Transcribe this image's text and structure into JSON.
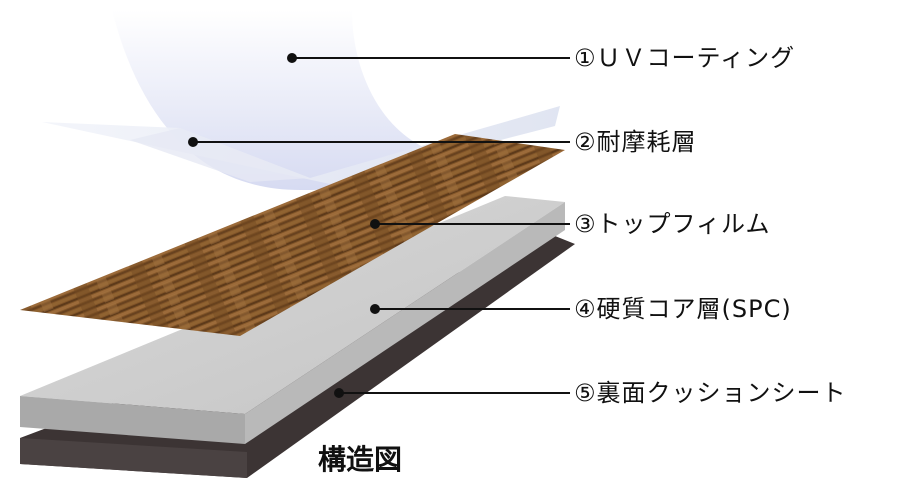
{
  "diagram": {
    "caption": "構造図",
    "layers": [
      {
        "id": "uv",
        "label": "①ＵＶコーティング"
      },
      {
        "id": "wear",
        "label": "②耐摩耗層"
      },
      {
        "id": "film",
        "label": "③トップフィルム"
      },
      {
        "id": "core",
        "label": "④硬質コア層(SPC)"
      },
      {
        "id": "cushion",
        "label": "⑤裏面クッションシート"
      }
    ]
  },
  "colors": {
    "uv_coating": "#dfe3f5",
    "wear_layer": "#e9edf6",
    "wood_light": "#9a6a35",
    "wood_dark": "#5a3a1c",
    "core_top": "#cfcfcf",
    "core_side": "#a8a8a8",
    "cushion": "#3c3434",
    "leader": "#111111"
  }
}
